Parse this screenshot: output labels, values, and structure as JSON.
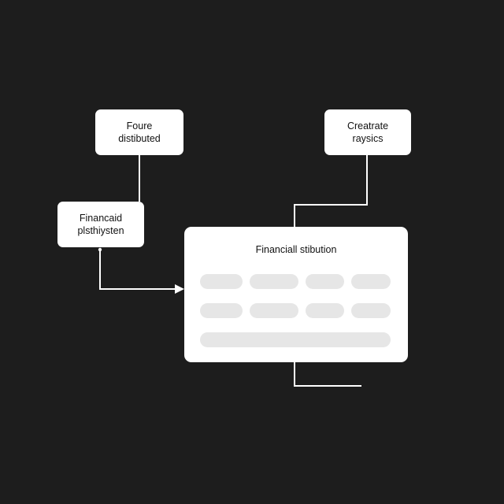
{
  "diagram": {
    "nodes": {
      "top_left": {
        "line1": "Foure",
        "line2": "distibuted"
      },
      "middle_left": {
        "line1": "Financaid",
        "line2": "plsthiysten"
      },
      "top_right": {
        "line1": "Creatrate",
        "line2": "raysics"
      }
    },
    "panel": {
      "title": "Financiall stibution"
    }
  },
  "colors": {
    "background": "#1d1d1d",
    "node_fill": "#ffffff",
    "connector": "#ffffff",
    "placeholder_bar": "#e6e6e6",
    "text": "#111111"
  }
}
